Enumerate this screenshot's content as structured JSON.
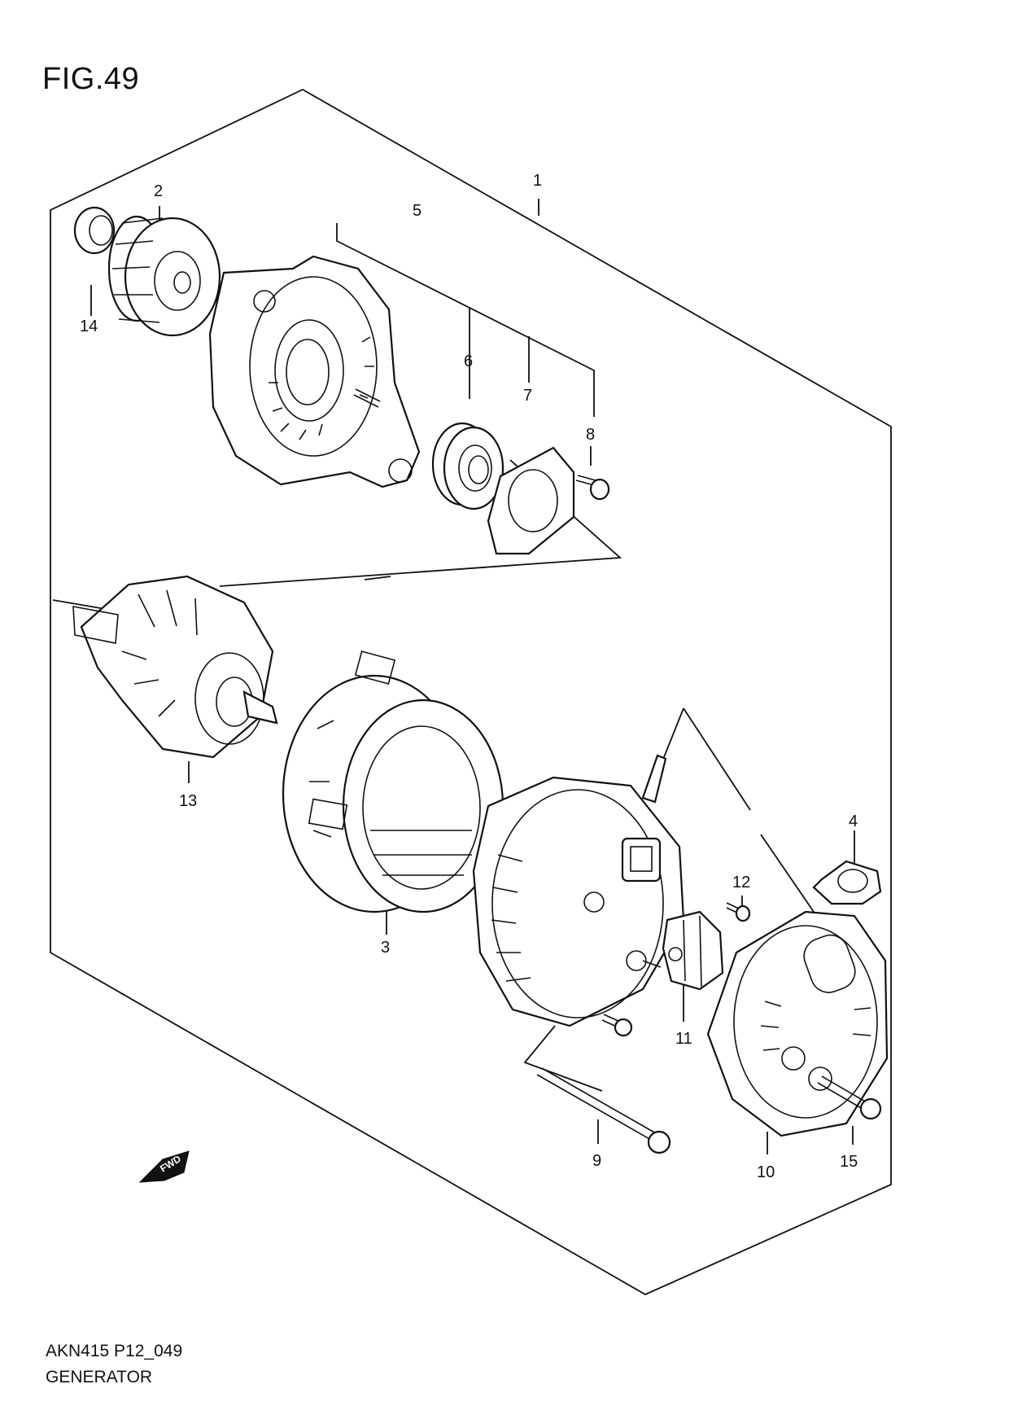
{
  "figure": {
    "title": "FIG.49",
    "code": "AKN415 P12_049",
    "name": "GENERATOR"
  },
  "direction_marker": "FWD",
  "callouts": [
    {
      "id": "1",
      "label": "1"
    },
    {
      "id": "2",
      "label": "2"
    },
    {
      "id": "3",
      "label": "3"
    },
    {
      "id": "4",
      "label": "4"
    },
    {
      "id": "5",
      "label": "5"
    },
    {
      "id": "6",
      "label": "6"
    },
    {
      "id": "7",
      "label": "7"
    },
    {
      "id": "8",
      "label": "8"
    },
    {
      "id": "9",
      "label": "9"
    },
    {
      "id": "10",
      "label": "10"
    },
    {
      "id": "11",
      "label": "11"
    },
    {
      "id": "12",
      "label": "12"
    },
    {
      "id": "13",
      "label": "13"
    },
    {
      "id": "14",
      "label": "14"
    },
    {
      "id": "15",
      "label": "15"
    }
  ]
}
